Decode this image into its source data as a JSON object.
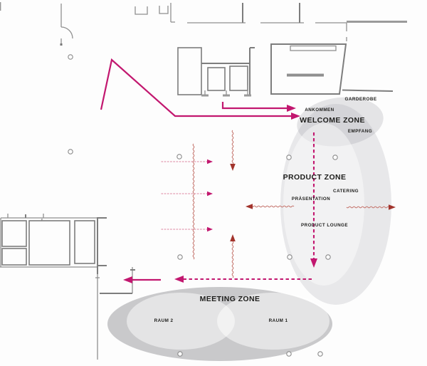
{
  "diagram": {
    "type": "exhibition-floor-plan-zoning",
    "zones": [
      {
        "id": "welcome",
        "title": "WELCOME ZONE",
        "sublabels": [
          "ANKOMMEN",
          "EMPFANG",
          "GARDEROBE"
        ]
      },
      {
        "id": "product",
        "title": "PRODUCT ZONE",
        "sublabels": [
          "PRÄSENTATION",
          "CATERING",
          "PRODUCT LOUNGE"
        ]
      },
      {
        "id": "meeting",
        "title": "MEETING ZONE",
        "sublabels": [
          "RAUM 2",
          "RAUM 1"
        ]
      }
    ]
  },
  "labels": {
    "garderobe": "GARDEROBE",
    "ankommen": "ANKOMMEN",
    "welcome_zone": "WELCOME ZONE",
    "empfang": "EMPFANG",
    "product_zone": "PRODUCT ZONE",
    "catering": "CATERING",
    "praesentation": "PRÄSENTATION",
    "product_lounge": "PRODUCT LOUNGE",
    "meeting_zone": "MEETING ZONE",
    "raum_2": "RAUM 2",
    "raum_1": "RAUM 1"
  },
  "colors": {
    "magenta": "#c2176f",
    "red_arrow": "#a2342c",
    "red_wave": "#c4736b",
    "pink_dotted": "#e39ab0",
    "wall_gray": "#8f8f8f",
    "zone_gray": "#e4e4e6",
    "text": "#1d1d1b"
  }
}
